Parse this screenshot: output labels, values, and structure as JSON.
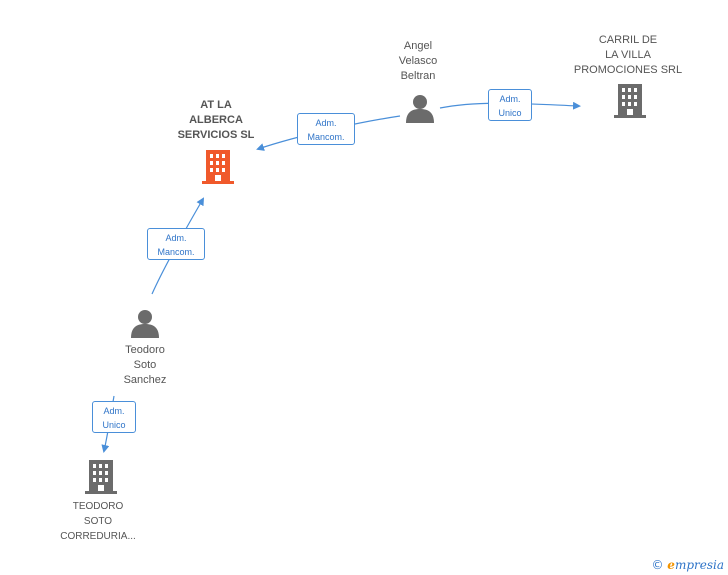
{
  "nodes": {
    "angel": {
      "lines": [
        "Angel",
        "Velasco",
        "Beltran"
      ],
      "icon": "person-icon",
      "color": "#6b6b6b"
    },
    "carril": {
      "lines": [
        "CARRIL DE",
        "LA VILLA",
        "PROMOCIONES SRL"
      ],
      "icon": "building-icon",
      "color": "#6b6b6b"
    },
    "alberca": {
      "lines": [
        "AT LA",
        "ALBERCA",
        "SERVICIOS SL"
      ],
      "icon": "building-icon",
      "color": "#f0592b"
    },
    "teodoro": {
      "lines": [
        "Teodoro",
        "Soto",
        "Sanchez"
      ],
      "icon": "person-icon",
      "color": "#6b6b6b"
    },
    "correduria": {
      "lines": [
        "TEODORO",
        "SOTO",
        "CORREDURIA..."
      ],
      "icon": "building-icon",
      "color": "#6b6b6b"
    }
  },
  "edges": {
    "angel_alberca": {
      "lines": [
        "Adm.",
        "Mancom."
      ]
    },
    "angel_carril": {
      "lines": [
        "Adm.",
        "Unico"
      ]
    },
    "teodoro_alberca": {
      "lines": [
        "Adm.",
        "Mancom."
      ]
    },
    "teodoro_correduria": {
      "lines": [
        "Adm.",
        "Unico"
      ]
    }
  },
  "colors": {
    "edge": "#4a8fd9",
    "accent": "#f0592b",
    "brand": "#2f74c8"
  },
  "footer": {
    "copyright": "©",
    "brand_initial": "e",
    "brand_rest": "mpresia"
  }
}
